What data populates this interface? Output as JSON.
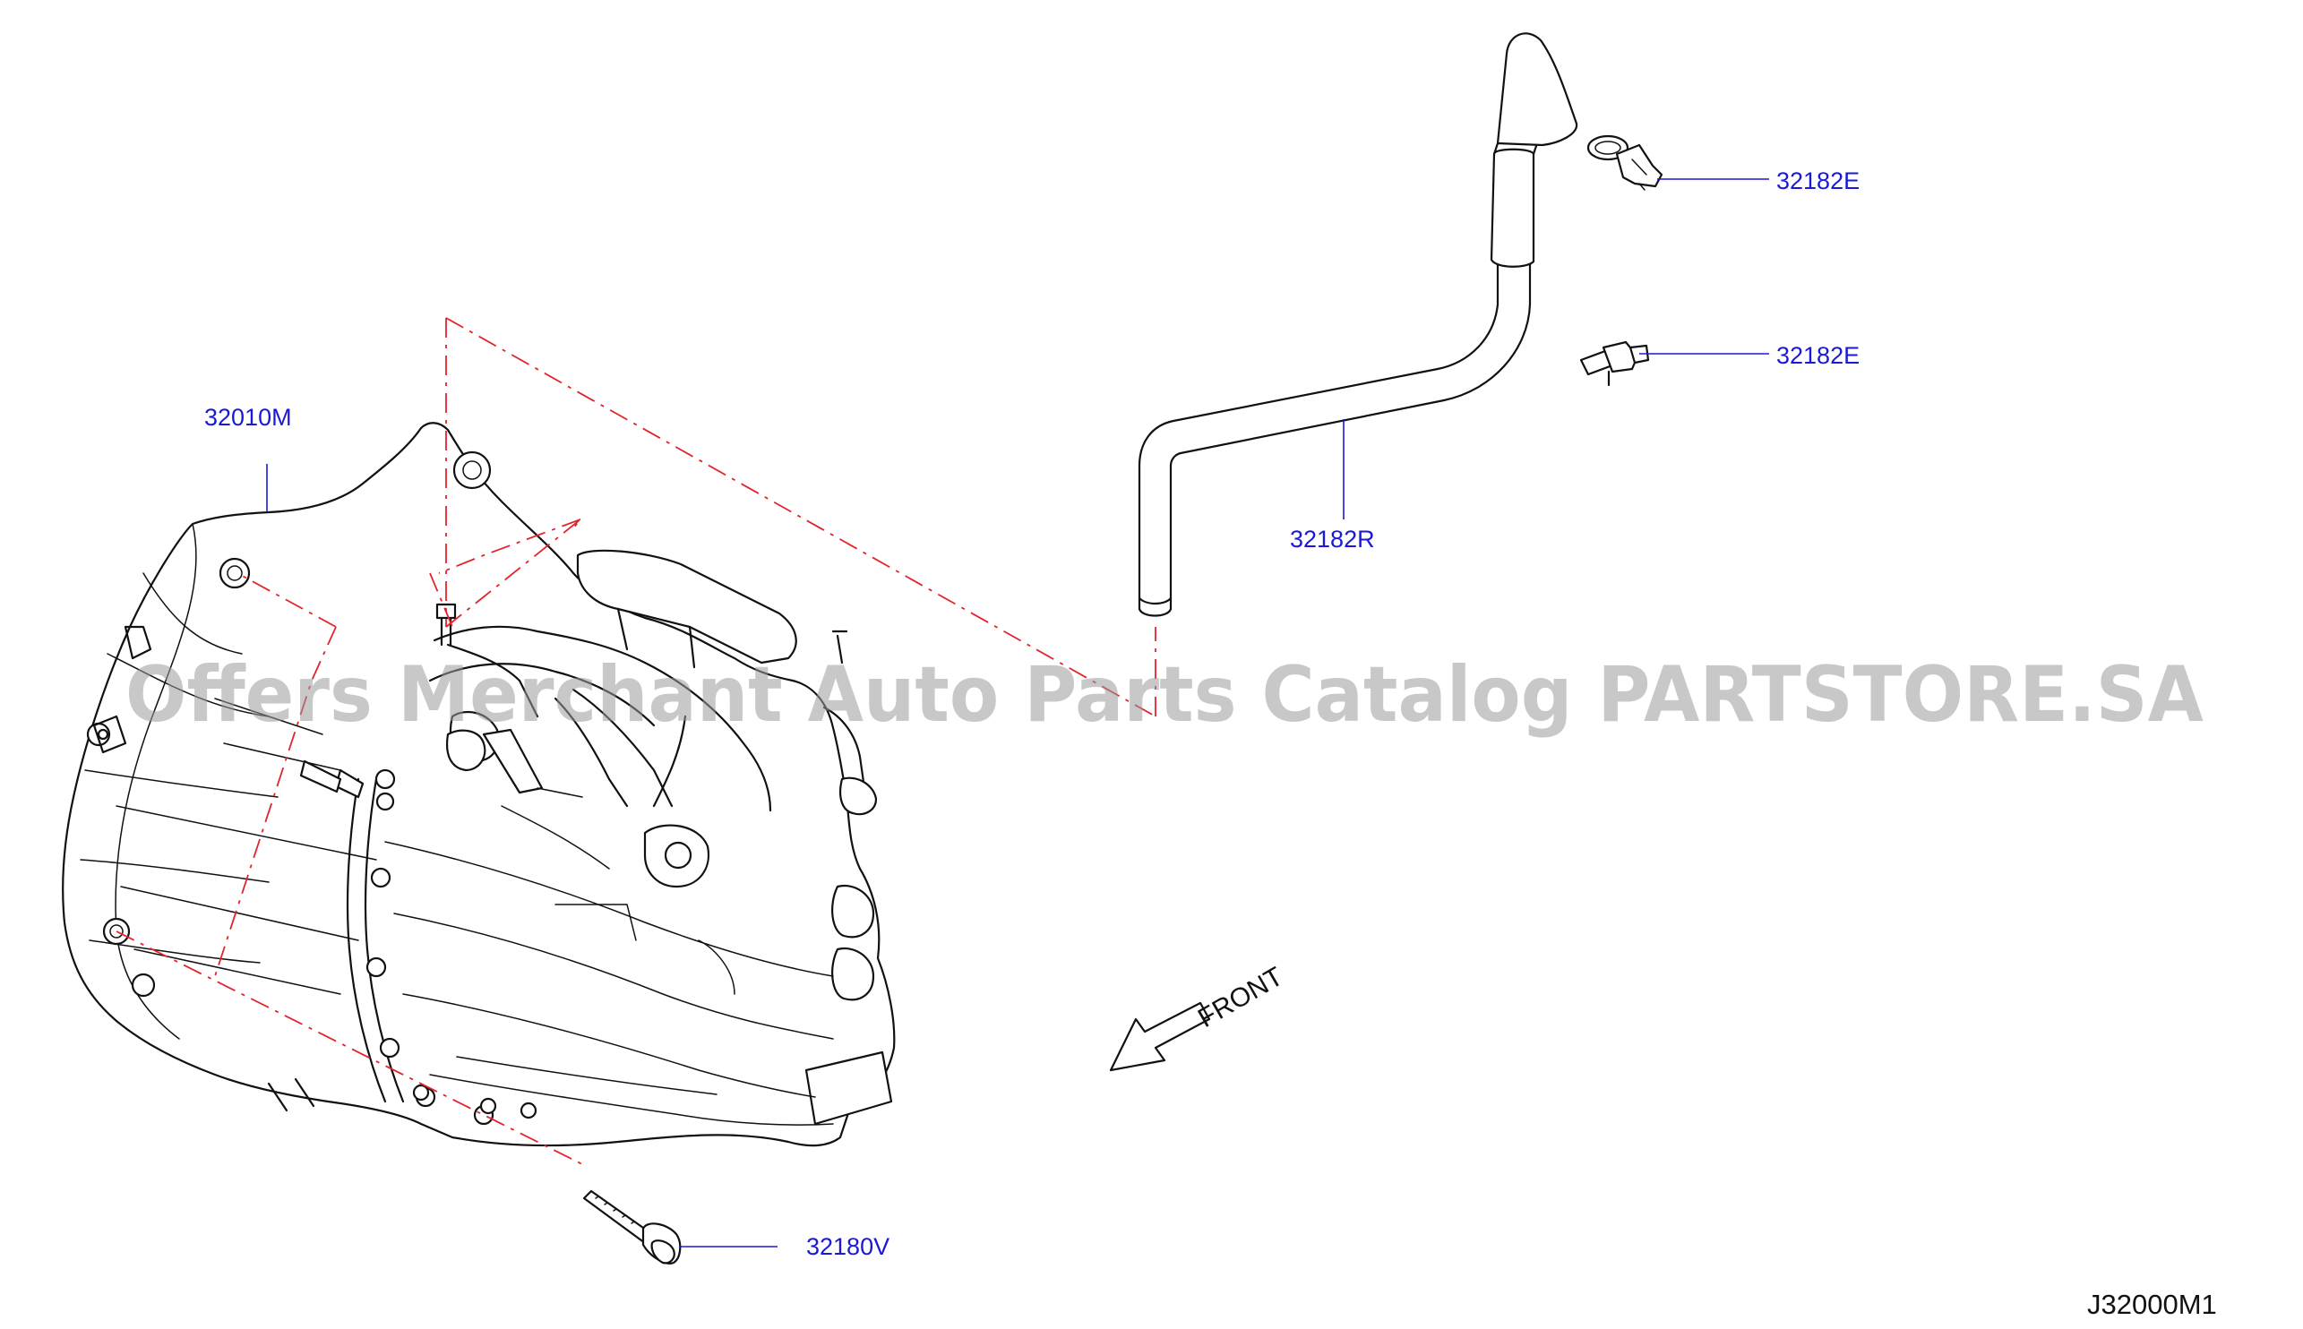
{
  "labels": {
    "transmission": "32010M",
    "bolt": "32180V",
    "breather_hose": "32182R",
    "clip_upper": "32182E",
    "clip_lower": "32182E"
  },
  "front_arrow": "FRONT",
  "diagram_code": "J32000M1",
  "watermark": "Offers Merchant Auto Parts Catalog PARTSTORE.SA",
  "colors": {
    "label": "#1a1ad6",
    "dash_line": "#e3232b",
    "line_art": "#111111",
    "watermark": "#9a9a9a"
  }
}
